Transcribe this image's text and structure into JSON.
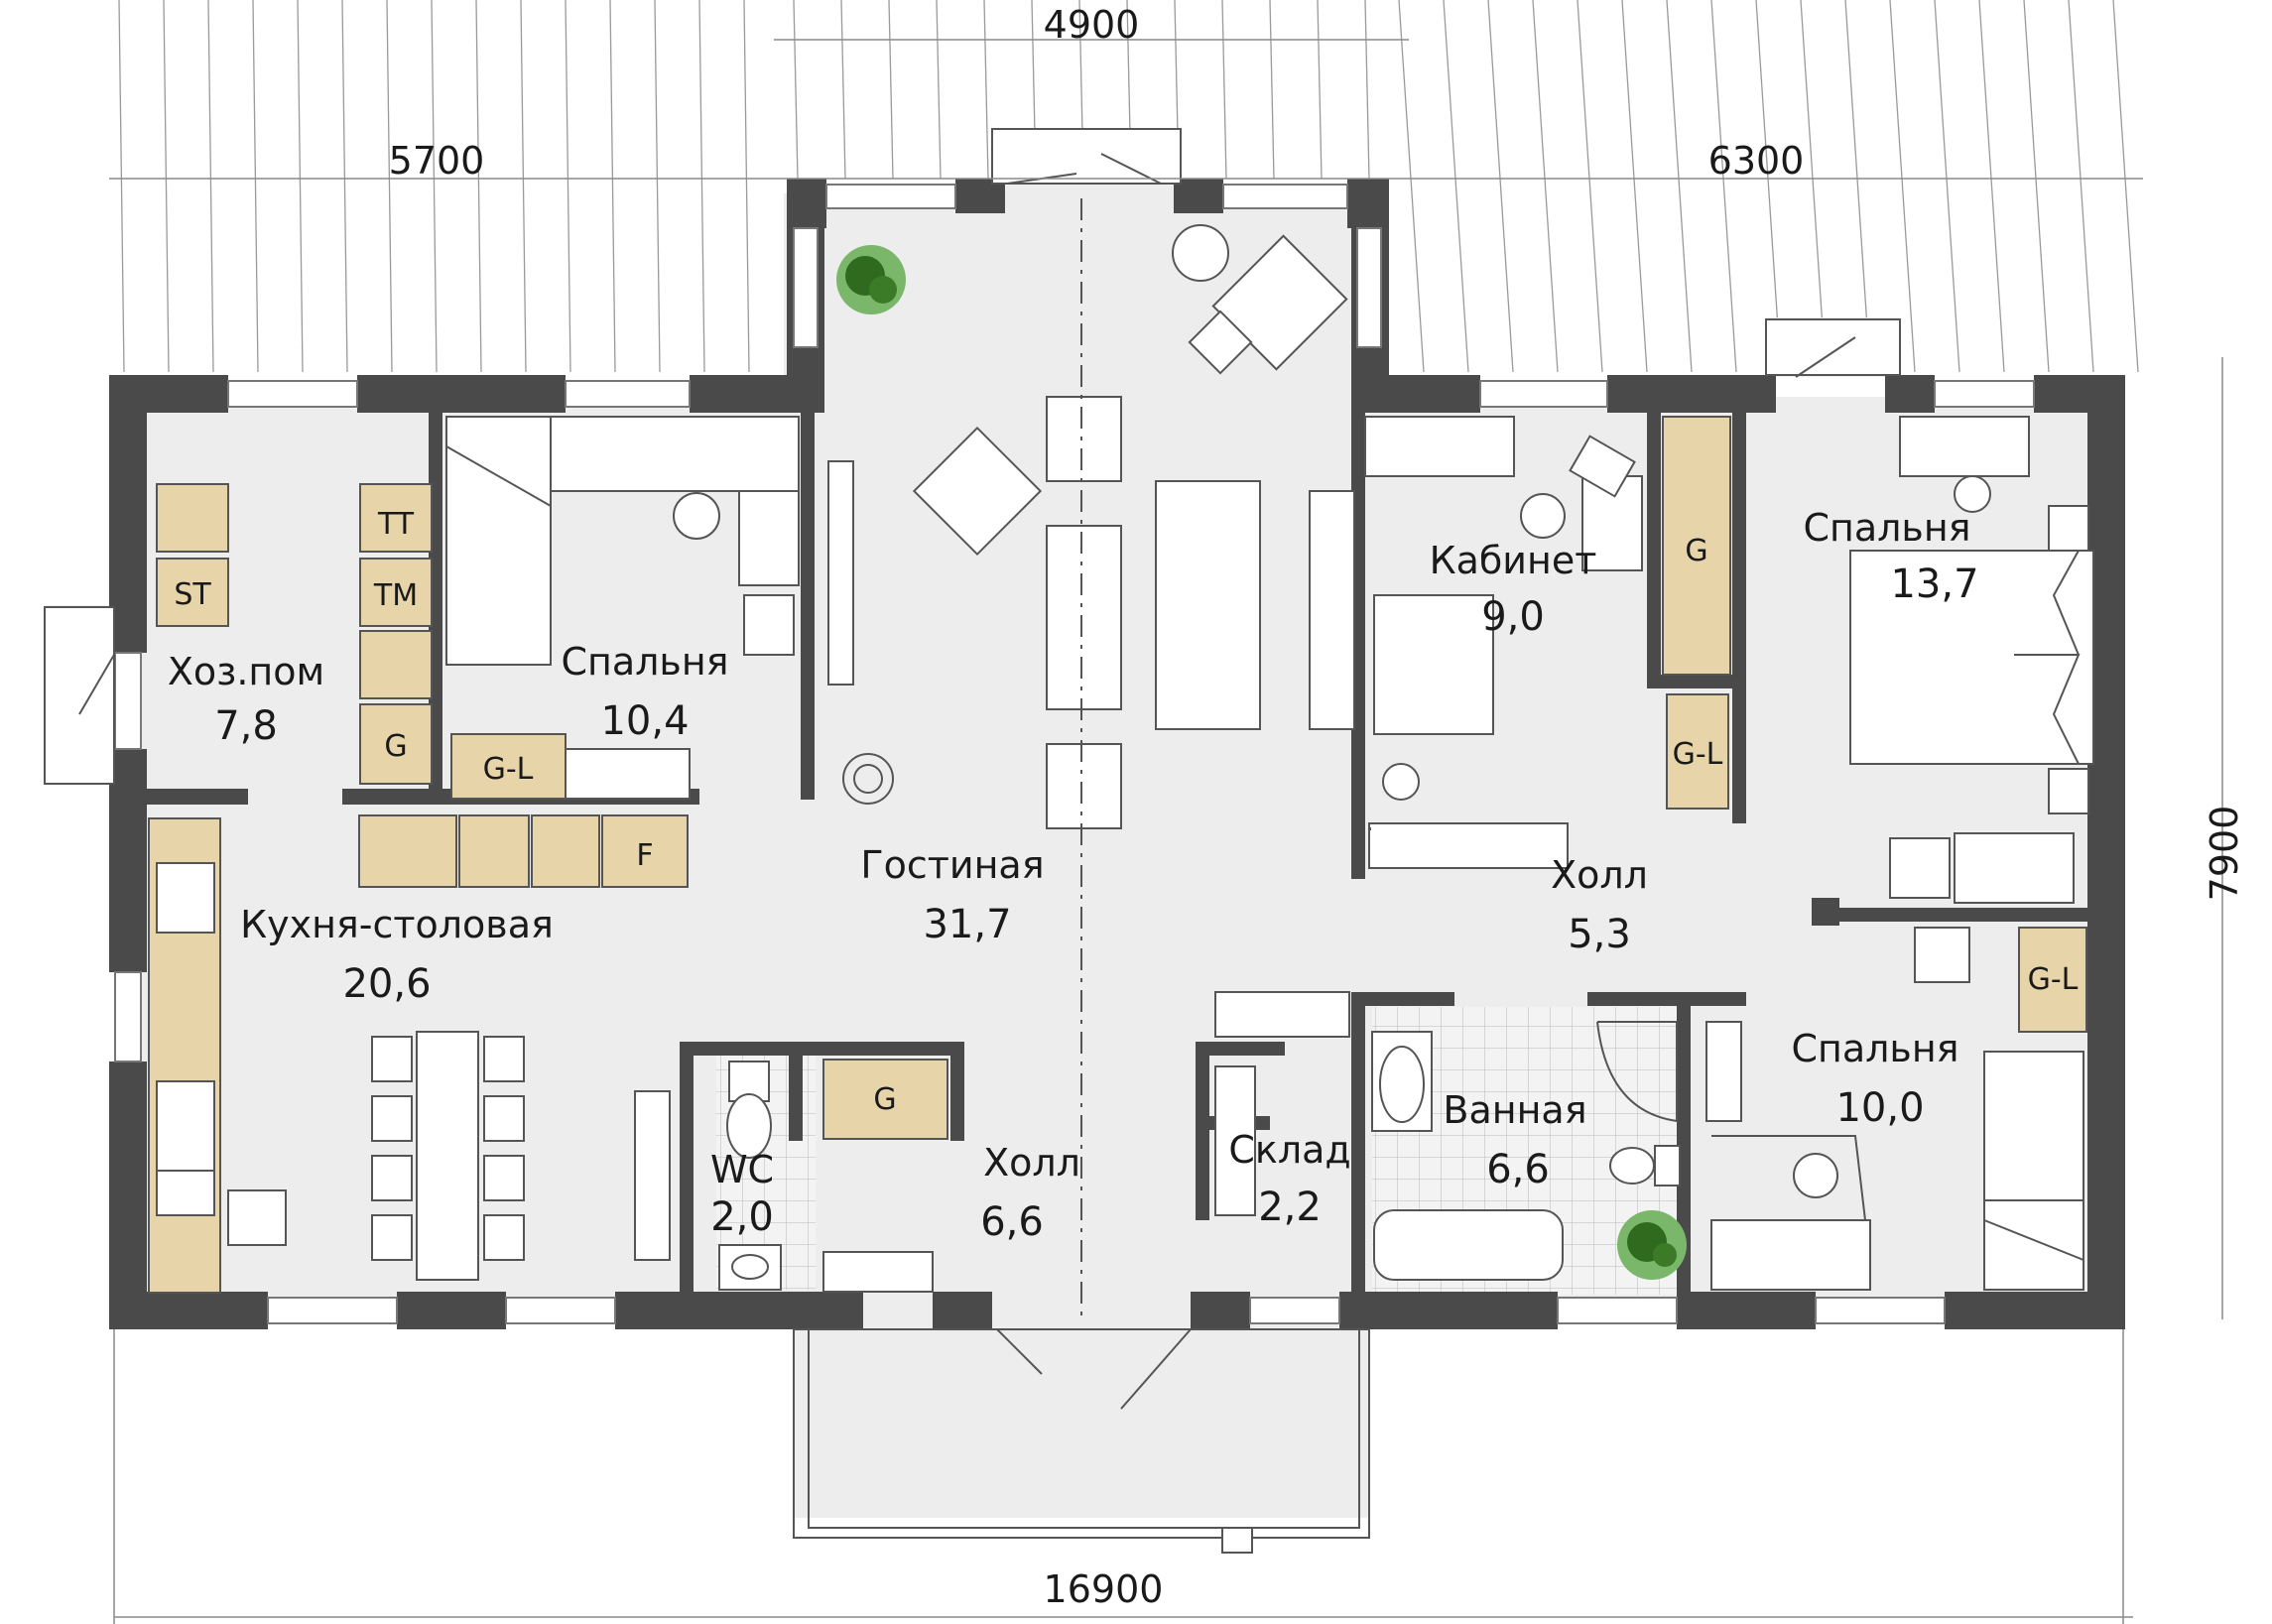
{
  "dimensions": {
    "top_left": "5700",
    "top_center": "4900",
    "top_right": "6300",
    "bottom": "16900",
    "right": "7900"
  },
  "rooms": [
    {
      "id": "utility",
      "name": "Хоз.пом",
      "area": "7,8"
    },
    {
      "id": "bedroom-left",
      "name": "Спальня",
      "area": "10,4"
    },
    {
      "id": "kitchen-dining",
      "name": "Кухня-столовая",
      "area": "20,6"
    },
    {
      "id": "living",
      "name": "Гостиная",
      "area": "31,7"
    },
    {
      "id": "wc",
      "name": "WC",
      "area": "2,0"
    },
    {
      "id": "hall-south",
      "name": "Холл",
      "area": "6,6"
    },
    {
      "id": "storage",
      "name": "Склад",
      "area": "2,2"
    },
    {
      "id": "office",
      "name": "Кабинет",
      "area": "9,0"
    },
    {
      "id": "hall-east",
      "name": "Холл",
      "area": "5,3"
    },
    {
      "id": "bathroom",
      "name": "Ванная",
      "area": "6,6"
    },
    {
      "id": "bedroom-ne",
      "name": "Спальня",
      "area": "13,7"
    },
    {
      "id": "bedroom-se",
      "name": "Спальня",
      "area": "10,0"
    }
  ],
  "cabinets": {
    "tt": "TT",
    "tm": "TM",
    "st": "ST",
    "g": "G",
    "gl": "G-L",
    "f": "F"
  },
  "colors": {
    "wall": "#4a4a4a",
    "floor": "#ededed",
    "cabinet": "#e7d4a9",
    "plant": "#2f6a1f"
  }
}
